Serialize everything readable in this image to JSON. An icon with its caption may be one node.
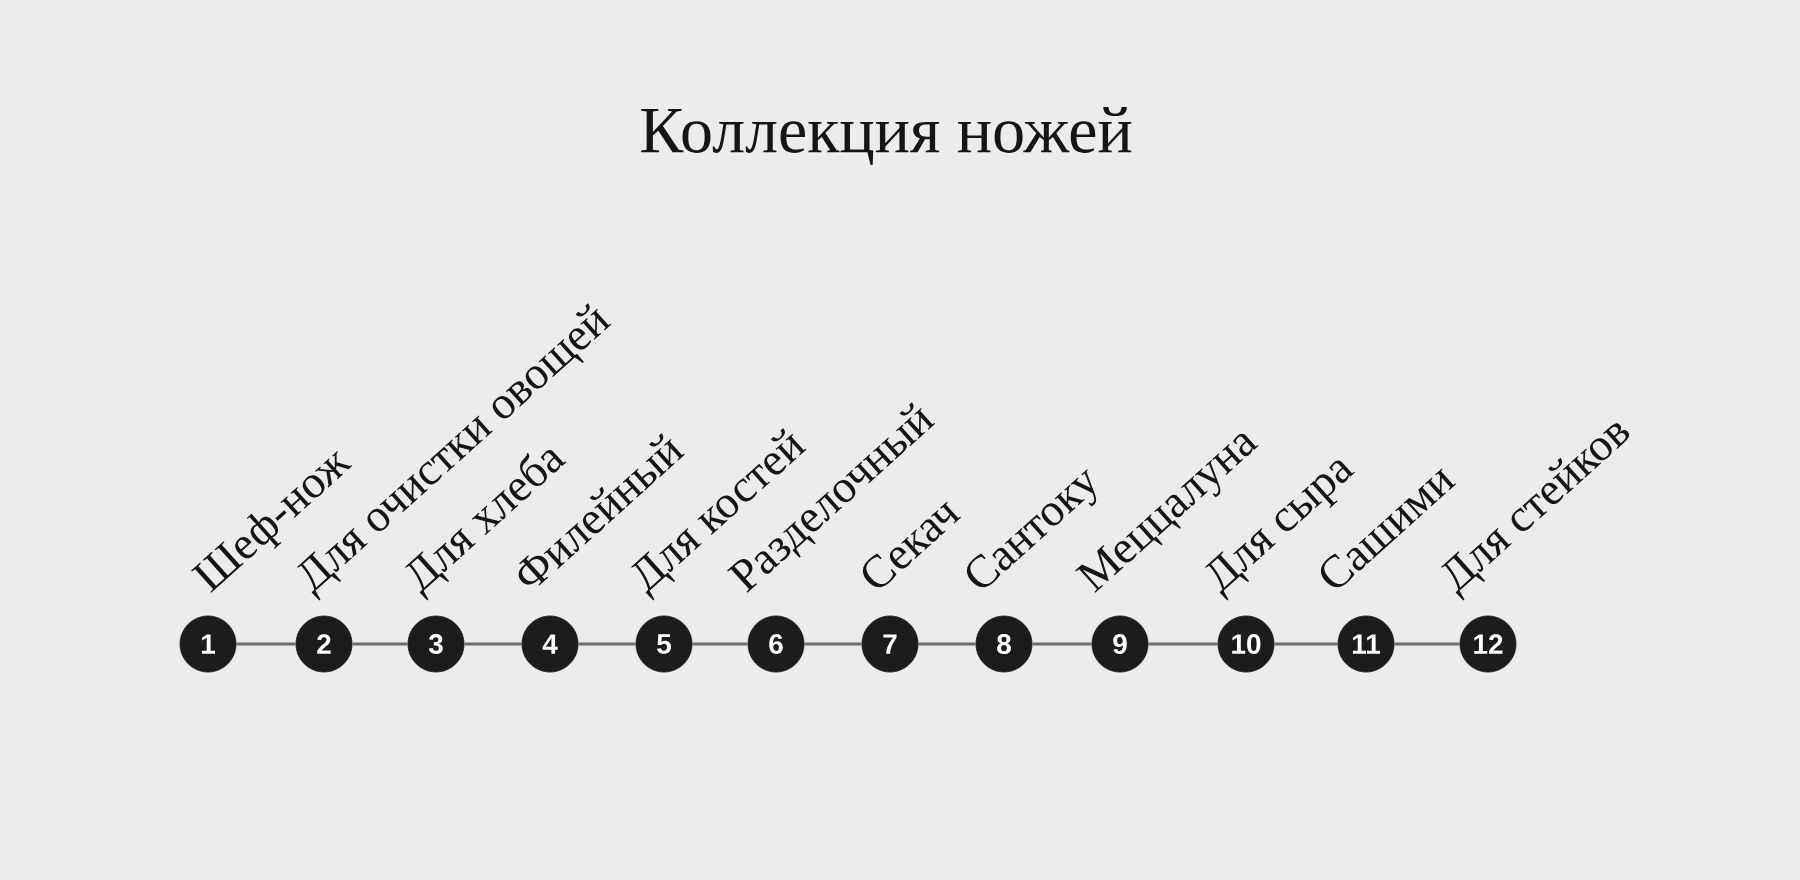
{
  "diagram": {
    "title": "Коллекция ножей",
    "nodes": [
      {
        "text": [
          "1"
        ],
        "beside": [
          "Шеф-нож"
        ]
      },
      {
        "text": [
          "2"
        ],
        "beside": [
          "Для очистки овощей"
        ]
      },
      {
        "text": [
          "3"
        ],
        "beside": [
          "Для хлеба"
        ]
      },
      {
        "text": [
          "4"
        ],
        "beside": [
          "Филейный"
        ]
      },
      {
        "text": [
          "5"
        ],
        "beside": [
          "Для костей"
        ]
      },
      {
        "text": [
          "6"
        ],
        "beside": [
          "Разделочный"
        ]
      },
      {
        "text": [
          "7"
        ],
        "beside": [
          "Секач"
        ]
      },
      {
        "text": [
          "8"
        ],
        "beside": [
          "Сантоку"
        ]
      },
      {
        "text": [
          "9"
        ],
        "beside": [
          "Меццалуна"
        ]
      },
      {
        "text": [
          "10"
        ],
        "beside": [
          "Для сыра"
        ]
      },
      {
        "text": [
          "11"
        ],
        "beside": [
          "Сашими"
        ]
      },
      {
        "text": [
          "12"
        ],
        "beside": [
          "Для стейков"
        ]
      }
    ],
    "edges": [
      {
        "from": 0,
        "to": 1,
        "arrow": "none"
      },
      {
        "from": 1,
        "to": 2,
        "arrow": "none"
      },
      {
        "from": 2,
        "to": 3,
        "arrow": "none"
      },
      {
        "from": 3,
        "to": 4,
        "arrow": "none"
      },
      {
        "from": 4,
        "to": 5,
        "arrow": "none"
      },
      {
        "from": 5,
        "to": 6,
        "arrow": "none"
      },
      {
        "from": 6,
        "to": 7,
        "arrow": "none"
      },
      {
        "from": 7,
        "to": 8,
        "arrow": "none"
      },
      {
        "from": 8,
        "to": 9,
        "arrow": "none"
      },
      {
        "from": 9,
        "to": 10,
        "arrow": "none"
      },
      {
        "from": 10,
        "to": 11,
        "arrow": "none"
      }
    ]
  }
}
